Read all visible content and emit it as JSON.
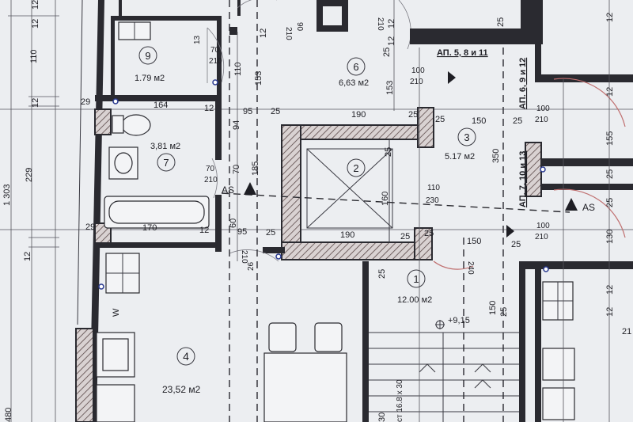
{
  "rooms": [
    {
      "num": "9",
      "area": "1.79 м2"
    },
    {
      "num": "6",
      "area": "6,63 м2"
    },
    {
      "num": "7",
      "area": "3,81 м2"
    },
    {
      "num": "2"
    },
    {
      "num": "3",
      "area": "5.17 м2"
    },
    {
      "num": "4",
      "area": "23,52 м2"
    },
    {
      "num": "1",
      "area": "12.00 м2"
    }
  ],
  "apartment_labels": [
    "АП. 5, 8 и 11",
    "АП. 6, 9 и 12",
    "АП. 7, 10 и 13"
  ],
  "section_markers": [
    "AS",
    "AS"
  ],
  "level_mark": "+9,15",
  "stair_note": "ст 16.8 х 30",
  "stove_label": "W",
  "dimensions": {
    "left_chain": [
      "1 303",
      "110",
      "229",
      "480"
    ],
    "left_twelves": [
      "12",
      "12",
      "12",
      "12"
    ],
    "bath": [
      "29",
      "164",
      "12",
      "29",
      "170",
      "12"
    ],
    "room9": [
      "13",
      "70",
      "210",
      "110"
    ],
    "room7_door": [
      "70",
      "210"
    ],
    "mid_vertical": [
      "153",
      "94",
      "185",
      "70",
      "60",
      "26"
    ],
    "mid_horizontal": [
      "95",
      "25",
      "95",
      "25"
    ],
    "top_small": [
      "90",
      "210",
      "210",
      "12",
      "12",
      "25"
    ],
    "room6_door": [
      "100",
      "210"
    ],
    "lift": [
      "190",
      "190",
      "25",
      "25",
      "25",
      "160",
      "110",
      "230"
    ],
    "corridor": [
      "25",
      "150",
      "150",
      "350",
      "240",
      "25"
    ],
    "right_doors": [
      "100",
      "210",
      "100",
      "210"
    ],
    "right_column": [
      "25",
      "25",
      "12",
      "155",
      "25",
      "130",
      "12",
      "150",
      "25",
      "30",
      "21"
    ],
    "misc": [
      "153",
      "12",
      "12",
      "25",
      "25",
      "12",
      "210",
      "25"
    ]
  }
}
